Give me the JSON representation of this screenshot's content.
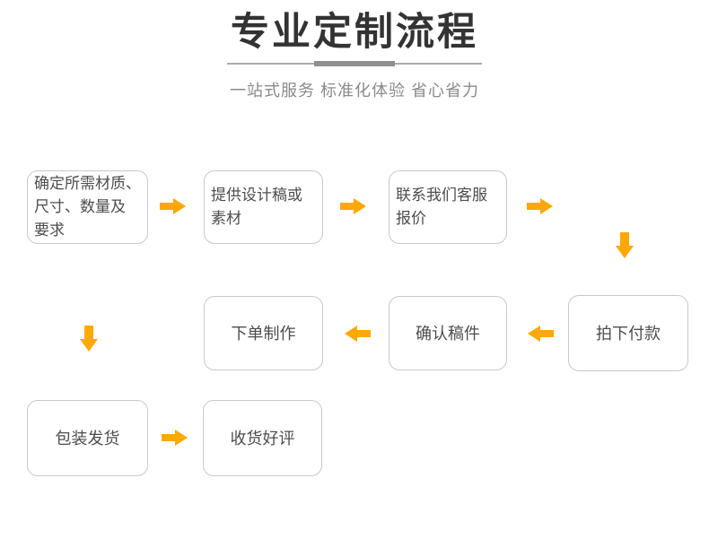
{
  "header": {
    "title": "专业定制流程",
    "subtitle": "一站式服务 标准化体验 省心省力"
  },
  "flow": {
    "steps": [
      "确定所需材质、\n尺寸、数量及\n要求",
      "提供设计稿或\n素材",
      "联系我们客服\n报价",
      "拍下付款",
      "确认稿件",
      "下单制作",
      "包装发货",
      "收货好评"
    ]
  },
  "colors": {
    "arrow": "#FFA800",
    "box_border": "#C9C9C9",
    "box_text": "#4D4D4D",
    "title_text": "#333333",
    "subtitle_text": "#8A8A8A",
    "divider_thin": "#AAAAAA",
    "divider_thick": "#8F8F8F"
  }
}
